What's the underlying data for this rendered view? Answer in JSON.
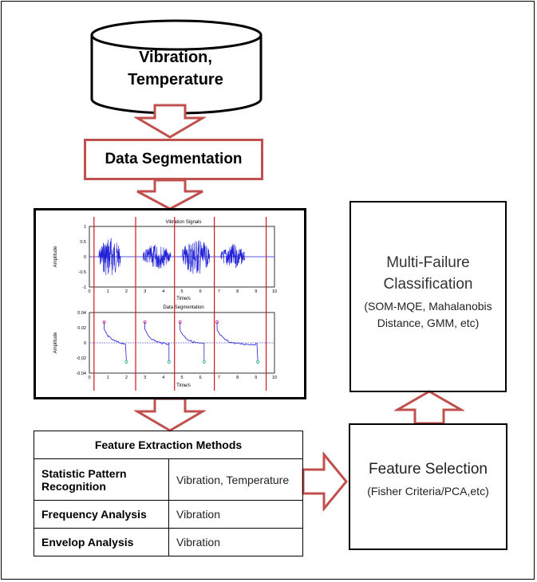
{
  "database": {
    "line1": "Vibration,",
    "line2": "Temperature"
  },
  "segmentation": {
    "label": "Data Segmentation"
  },
  "plot": {
    "top_title": "Vibration Signals",
    "bottom_title": "Data Segmentation",
    "top_ylabel": "Amplitude",
    "bottom_ylabel": "Amplitude",
    "top_xlabel": "Time/s",
    "bottom_xlabel": "Time/s",
    "top_yticks": [
      "1",
      "0.5",
      "0",
      "-0.5",
      "-1"
    ],
    "bottom_yticks": [
      "0.04",
      "0.02",
      "0",
      "-0.02",
      "-0.04"
    ],
    "xticks": [
      "0",
      "1",
      "2",
      "3",
      "4",
      "5",
      "6",
      "7",
      "8",
      "9",
      "10"
    ]
  },
  "feature_extraction": {
    "header": "Feature Extraction Methods",
    "rows": [
      {
        "method": "Statistic Pattern Recognition",
        "signals": "Vibration, Temperature"
      },
      {
        "method": "Frequency Analysis",
        "signals": "Vibration"
      },
      {
        "method": "Envelop Analysis",
        "signals": "Vibration"
      }
    ]
  },
  "feature_selection": {
    "title": "Feature Selection",
    "sub": "(Fisher Criteria/PCA,etc)"
  },
  "classification": {
    "title": "Multi-Failure Classification",
    "sub": "(SOM-MQE, Mahalanobis Distance, GMM, etc)"
  },
  "colors": {
    "arrow": "#c0504d",
    "signal": "#1f1fd6",
    "divider": "#d01818"
  }
}
